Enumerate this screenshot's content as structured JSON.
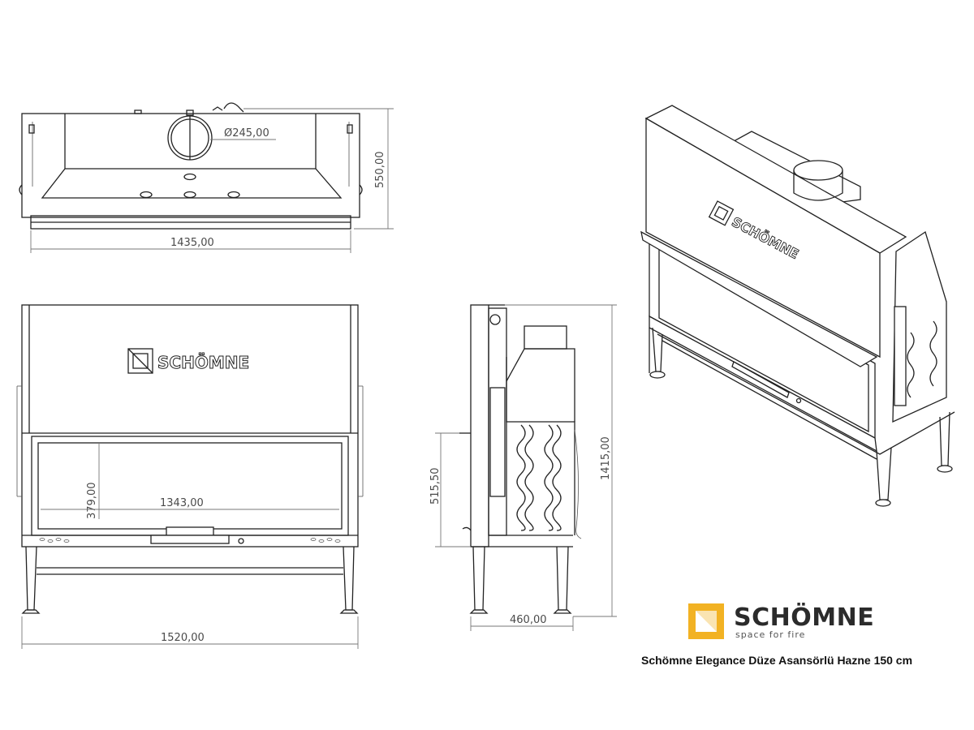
{
  "drawing": {
    "top_view": {
      "flue_diameter": "Ø245,00",
      "depth": "550,00",
      "width": "1435,00"
    },
    "front_view": {
      "logo_text": "SCHÖMNE",
      "glass_height": "379,00",
      "glass_width": "1343,00",
      "overall_width": "1520,00"
    },
    "side_view": {
      "height_to_door": "515,50",
      "overall_height": "1415,00",
      "overall_depth": "460,00"
    },
    "iso_view": {
      "logo_text": "SCHÖMNE"
    }
  },
  "brand": {
    "name": "SCHÖMNE",
    "tagline": "space for fire",
    "accent_color": "#F2B223"
  },
  "caption": "Schömne Elegance Düze Asansörlü Hazne 150 cm"
}
